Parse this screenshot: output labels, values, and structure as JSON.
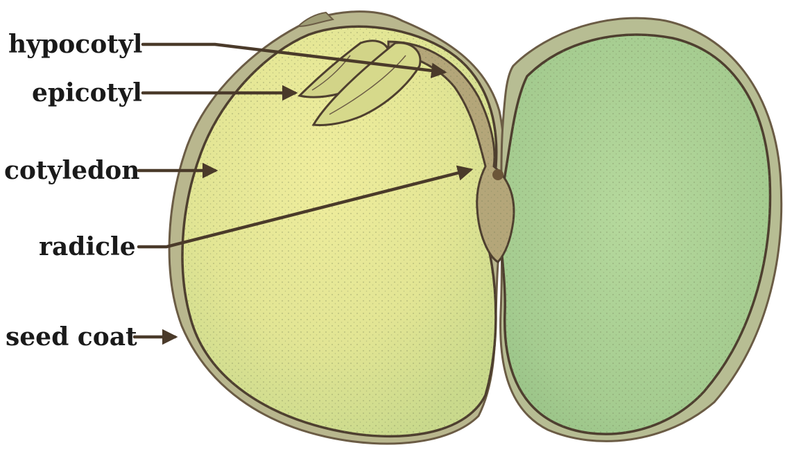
{
  "labels": {
    "hypocotyl": "hypocotyl",
    "epicotyl": "epicotyl",
    "cotyledon": "cotyledon",
    "radicle": "radicle",
    "seed_coat": "seed coat"
  },
  "colors": {
    "cotyledon_fill": "#e6e89a",
    "cotyledon_fill_right": "#a9cf92",
    "seed_coat_fill": "#b8b88e",
    "outline": "#4e3f2f",
    "arrow": "#4a3a2a",
    "background": "#ffffff"
  }
}
